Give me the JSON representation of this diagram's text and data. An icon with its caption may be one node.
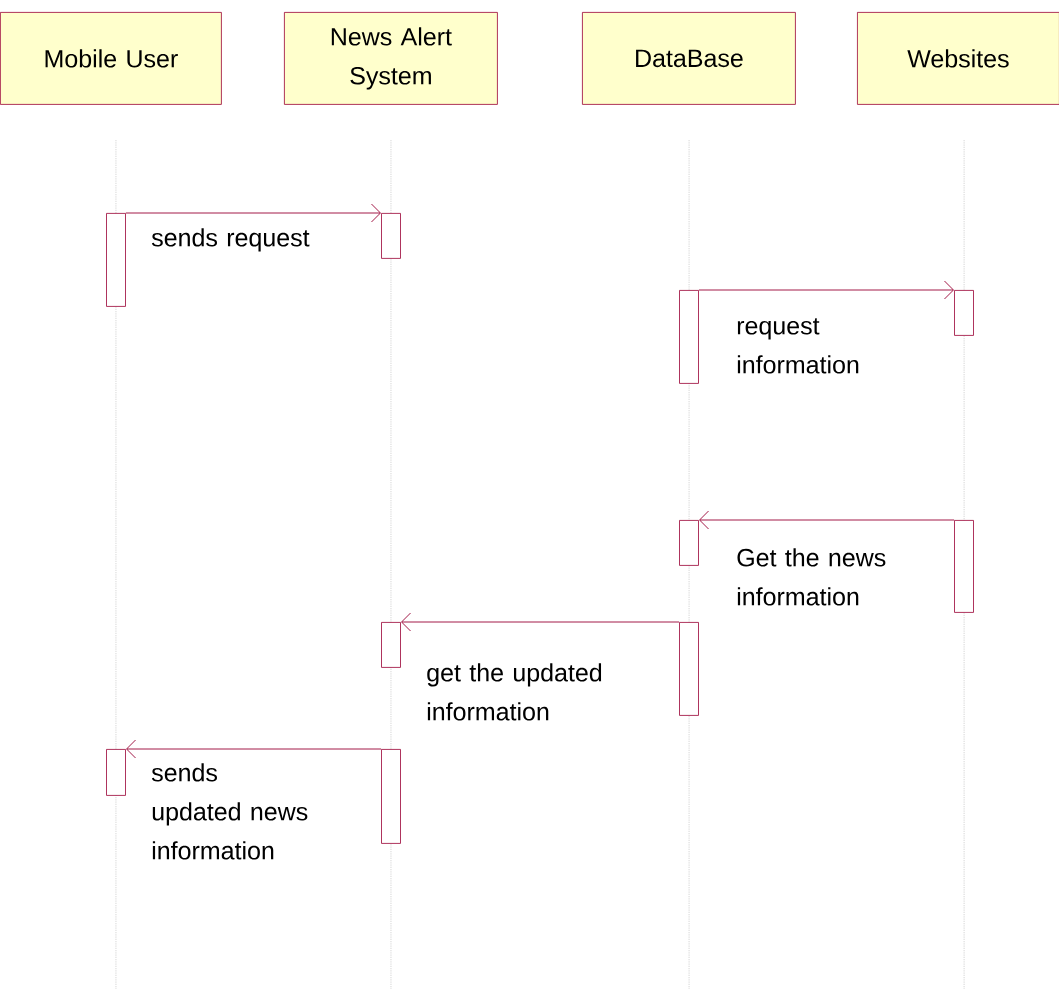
{
  "diagram": {
    "nodes": [
      {
        "text": [
          "Mobile User"
        ]
      },
      {
        "text": [
          "News Alert System"
        ]
      },
      {
        "text": [
          "DataBase"
        ]
      },
      {
        "text": [
          "Websites"
        ]
      },
      {
        "text": [],
        "shape": "bar"
      },
      {
        "text": [],
        "shape": "bar"
      },
      {
        "text": [],
        "shape": "bar"
      },
      {
        "text": [],
        "shape": "bar"
      },
      {
        "text": [],
        "shape": "bar"
      },
      {
        "text": [],
        "shape": "bar"
      },
      {
        "text": [],
        "shape": "bar"
      },
      {
        "text": [],
        "shape": "bar"
      },
      {
        "text": [],
        "shape": "bar"
      },
      {
        "text": [],
        "shape": "bar"
      }
    ],
    "edges": [
      {
        "from": 4,
        "to": 5,
        "arrow": "to",
        "label": "sends request"
      },
      {
        "from": 6,
        "to": 7,
        "arrow": "to",
        "label": "request information"
      },
      {
        "from": 9,
        "to": 8,
        "arrow": "to",
        "label": "Get the news information"
      },
      {
        "from": 11,
        "to": 10,
        "arrow": "to",
        "label": "get the updated information"
      },
      {
        "from": 13,
        "to": 12,
        "arrow": "to",
        "label": "sends updated news information"
      }
    ]
  }
}
